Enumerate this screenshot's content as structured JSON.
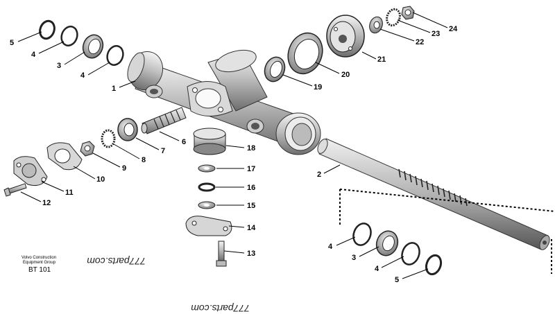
{
  "diagram": {
    "brand_line1": "Volvo Construction",
    "brand_line2": "Equipment Group",
    "figure_code": "BT 101",
    "watermark1": "777parts.com",
    "watermark2": "777parts.com",
    "callouts": {
      "c1": "1",
      "c2": "2",
      "c3a": "3",
      "c3b": "3",
      "c4a": "4",
      "c4b": "4",
      "c4c": "4",
      "c4d": "4",
      "c5a": "5",
      "c5b": "5",
      "c6": "6",
      "c7": "7",
      "c8": "8",
      "c9": "9",
      "c10": "10",
      "c11": "11",
      "c12": "12",
      "c13": "13",
      "c14": "14",
      "c15": "15",
      "c16": "16",
      "c17": "17",
      "c18": "18",
      "c19": "19",
      "c20": "20",
      "c21": "21",
      "c22": "22",
      "c23": "23",
      "c24": "24"
    }
  }
}
